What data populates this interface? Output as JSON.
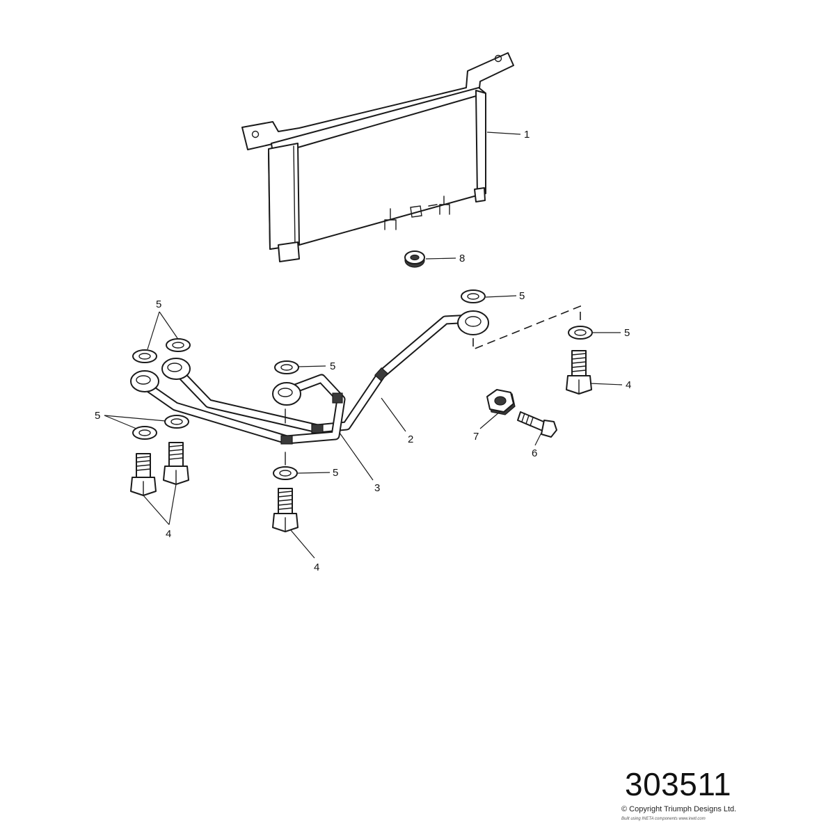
{
  "diagram": {
    "callouts": {
      "radiator": "1",
      "pipe_upper": "2",
      "pipe_lower": "3",
      "banjo_bolt_front_right": "4",
      "banjo_bolt_front_left": "4",
      "banjo_bolt_center": "4",
      "washers_top_right": "5",
      "washer_right": "5",
      "washers_top_left": "5",
      "washer_center_top": "5",
      "washers_left": "5",
      "washer_center_bottom": "5",
      "bolt": "6",
      "nut": "7",
      "grommet": "8"
    },
    "diagram_number": "303511",
    "copyright": "© Copyright Triumph Designs Ltd.",
    "built_with": "Built using INETA components www.inetl.com"
  }
}
